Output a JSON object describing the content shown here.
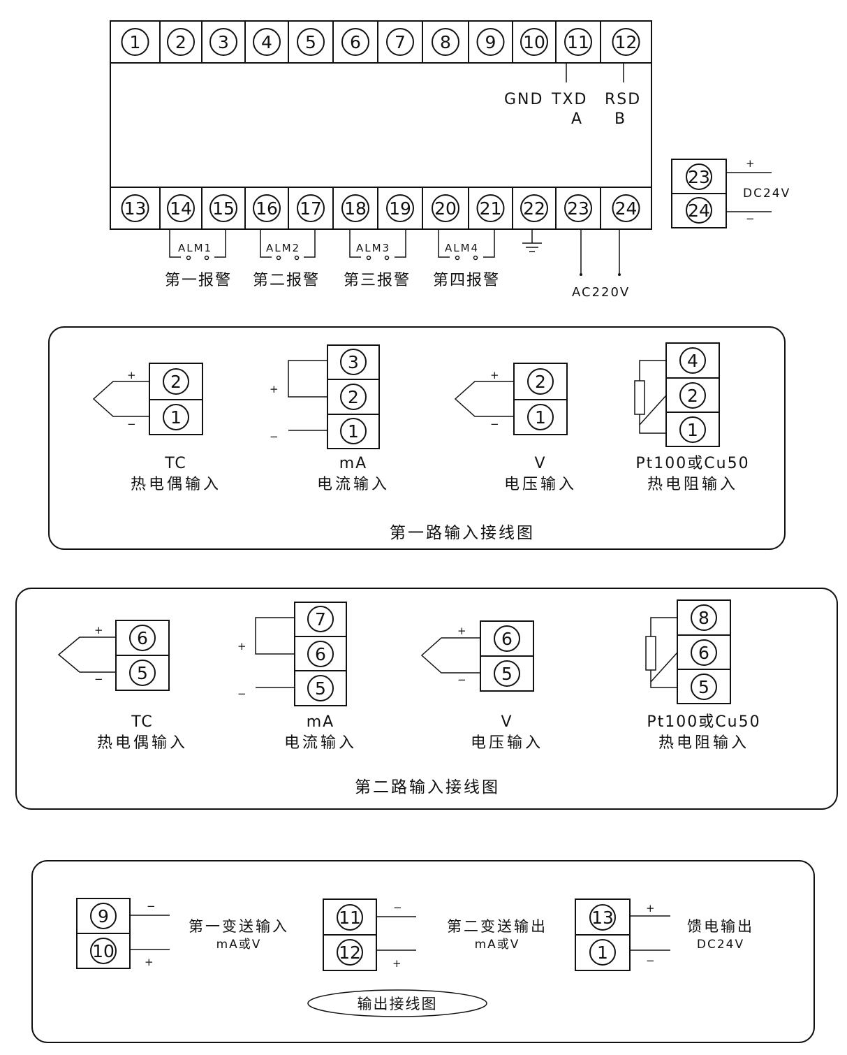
{
  "main_block": {
    "top_terminals": [
      "1",
      "2",
      "3",
      "4",
      "5",
      "6",
      "7",
      "8",
      "9",
      "10",
      "11",
      "12"
    ],
    "bottom_terminals": [
      "13",
      "14",
      "15",
      "16",
      "17",
      "18",
      "19",
      "20",
      "21",
      "22",
      "23",
      "24"
    ],
    "comm_labels": {
      "gnd": "GND",
      "txd": "TXD",
      "rsd": "RSD",
      "a": "A",
      "b": "B"
    },
    "alarms": [
      {
        "tag": "ALM1",
        "label": "第一报警"
      },
      {
        "tag": "ALM2",
        "label": "第二报警"
      },
      {
        "tag": "ALM3",
        "label": "第三报警"
      },
      {
        "tag": "ALM4",
        "label": "第四报警"
      }
    ],
    "power_label": "AC220V"
  },
  "dc_block": {
    "terminals": [
      "23",
      "24"
    ],
    "label": "DC24V",
    "plus": "+",
    "minus": "−"
  },
  "panel1": {
    "title": "第一路输入接线图",
    "tc": {
      "terminals": [
        "2",
        "1"
      ],
      "line1": "TC",
      "line2": "热电偶输入"
    },
    "ma": {
      "terminals": [
        "3",
        "2",
        "1"
      ],
      "line1": "mA",
      "line2": "电流输入"
    },
    "v": {
      "terminals": [
        "2",
        "1"
      ],
      "line1": "V",
      "line2": "电压输入"
    },
    "rtd": {
      "terminals": [
        "4",
        "2",
        "1"
      ],
      "line1": "Pt100或Cu50",
      "line2": "热电阻输入"
    }
  },
  "panel2": {
    "title": "第二路输入接线图",
    "tc": {
      "terminals": [
        "6",
        "5"
      ],
      "line1": "TC",
      "line2": "热电偶输入"
    },
    "ma": {
      "terminals": [
        "7",
        "6",
        "5"
      ],
      "line1": "mA",
      "line2": "电流输入"
    },
    "v": {
      "terminals": [
        "6",
        "5"
      ],
      "line1": "V",
      "line2": "电压输入"
    },
    "rtd": {
      "terminals": [
        "8",
        "6",
        "5"
      ],
      "line1": "Pt100或Cu50",
      "line2": "热电阻输入"
    }
  },
  "panel3": {
    "title": "输出接线图",
    "out1": {
      "terminals": [
        "9",
        "10"
      ],
      "line1": "第一变送输入",
      "line2": "mA或V"
    },
    "out2": {
      "terminals": [
        "11",
        "12"
      ],
      "line1": "第二变送输出",
      "line2": "mA或V"
    },
    "feed": {
      "terminals": [
        "13",
        "1"
      ],
      "line1": "馈电输出",
      "line2": "DC24V"
    }
  },
  "signs": {
    "plus": "+",
    "minus": "−"
  }
}
